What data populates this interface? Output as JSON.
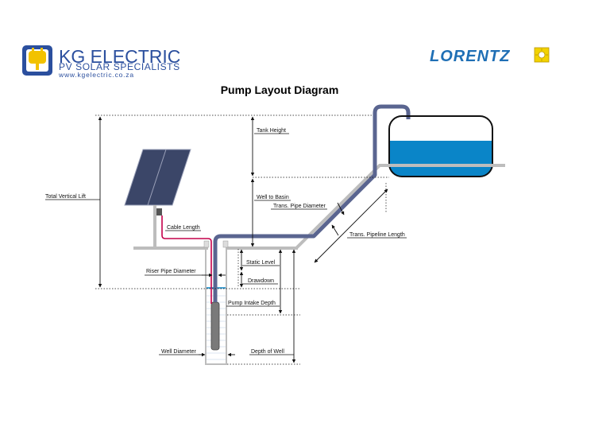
{
  "title": "Pump Layout Diagram",
  "logos": {
    "kg": {
      "line1": "KG ELECTRIC",
      "line2": "PV SOLAR SPECIALISTS",
      "line3": "www.kgelectric.co.za"
    },
    "lorentz": "LORENTZ"
  },
  "labels": {
    "total_vertical_lift": "Total Vertical Lift",
    "tank_height": "Tank Height",
    "well_to_basin": "Well to Basin",
    "trans_pipe_diameter": "Trans. Pipe Diameter",
    "trans_pipeline_length": "Trans. Pipeline Length",
    "cable_length": "Cable Length",
    "static_level": "Static Level",
    "riser_pipe_diameter": "Riser Pipe Diameter",
    "drawdown": "Drawdown",
    "pump_intake_depth": "Pump Intake Depth",
    "well_diameter": "Well Diameter",
    "depth_of_well": "Depth of Well"
  },
  "colors": {
    "pipe": "#5a6590",
    "ground": "#bdbdbd",
    "water": "#0a85c8",
    "cable": "#c4004a",
    "panel": "#3b4668",
    "brand_blue": "#2b4f9e",
    "lorentz_blue": "#1f6fb5",
    "lorentz_sun": "#f2d200"
  }
}
